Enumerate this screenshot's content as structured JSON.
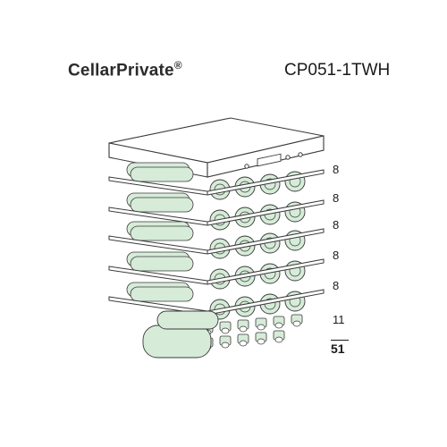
{
  "header": {
    "brand": "CellarPrivate",
    "brand_mark": "®",
    "model": "CP051-1TWH"
  },
  "capacity": {
    "shelves": [
      "8",
      "8",
      "8",
      "8",
      "8",
      "11"
    ],
    "total": "51"
  },
  "colors": {
    "bottle_fill": "#d6ecd9",
    "outline": "#3a3a3a",
    "shelf_fill": "#ffffff"
  }
}
